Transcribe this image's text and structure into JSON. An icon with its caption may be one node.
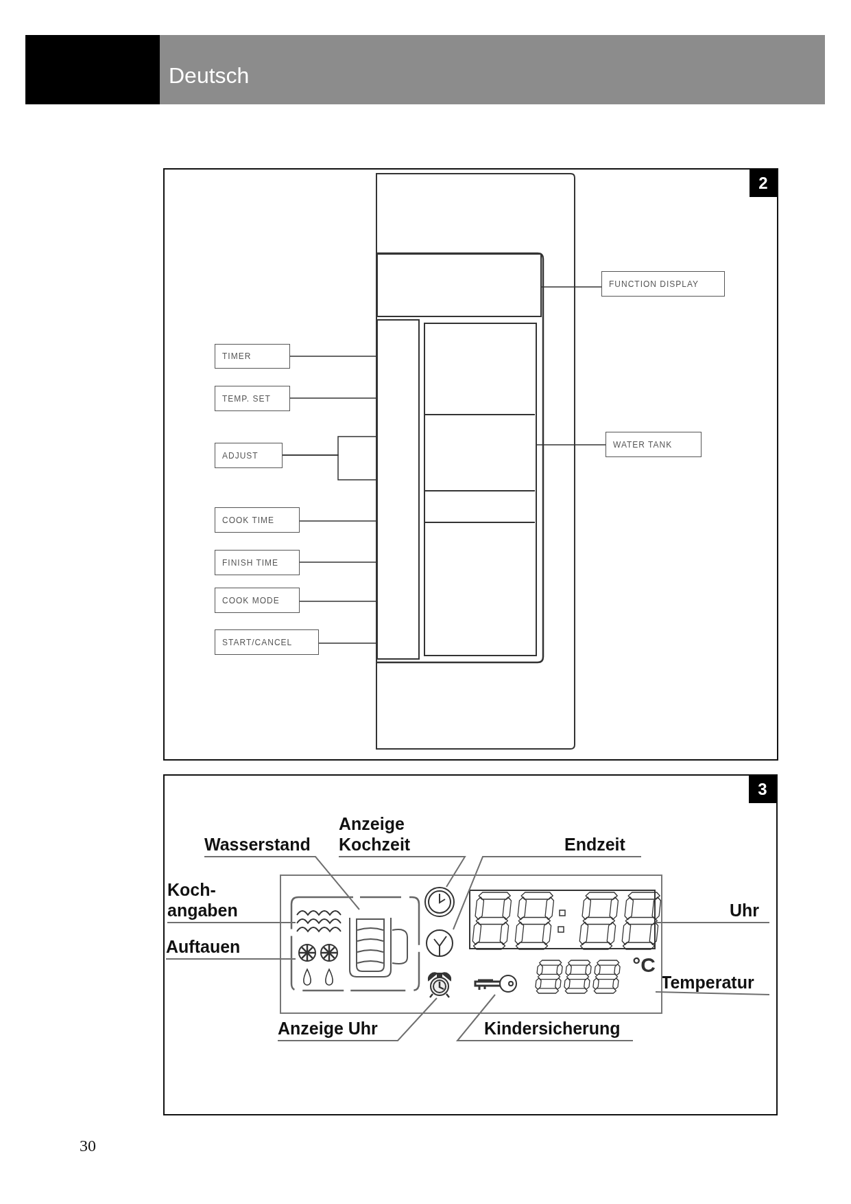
{
  "diagram": {
    "nodes": [
      {
        "text": [
          "2"
        ]
      },
      {
        "text": [],
        "shape": "box",
        "in": 0
      },
      {
        "text": [],
        "shape": "box",
        "in": 0
      },
      {
        "text": [],
        "shape": "box",
        "in": 0
      },
      {
        "text": [
          "TIMER"
        ],
        "in": 0
      },
      {
        "text": [
          "TEMP. SET"
        ],
        "in": 0
      },
      {
        "text": [
          "ADJUST"
        ],
        "in": 0
      },
      {
        "text": [
          "COOK TIME"
        ],
        "in": 0
      },
      {
        "text": [
          "FINISH TIME"
        ],
        "in": 0
      },
      {
        "text": [
          "COOK MODE"
        ],
        "in": 0
      },
      {
        "text": [
          "START/CANCEL"
        ],
        "in": 0
      },
      {
        "text": [
          "FUNCTION DISPLAY"
        ],
        "in": 0
      },
      {
        "text": [
          "WATER TANK"
        ],
        "in": 0
      },
      {
        "text": [
          "3"
        ]
      },
      {
        "text": [
          "Wasserstand"
        ],
        "in": 13
      },
      {
        "text": [
          "Anzeige Kochzeit"
        ],
        "in": 13
      },
      {
        "text": [
          "Endzeit"
        ],
        "in": 13
      },
      {
        "text": [
          "Koch- angaben"
        ],
        "in": 13
      },
      {
        "text": [
          "Auftauen"
        ],
        "in": 13
      },
      {
        "text": [
          "Uhr"
        ],
        "in": 13
      },
      {
        "text": [
          "Temperatur"
        ],
        "in": 13
      },
      {
        "text": [
          "Anzeige Uhr"
        ],
        "in": 13
      },
      {
        "text": [
          "Kindersicherung"
        ],
        "in": 13
      },
      {
        "text": [],
        "shape": "box",
        "in": 13
      },
      {
        "text": [],
        "shape": "picture",
        "in": 23
      },
      {
        "text": [],
        "shape": "picture",
        "in": 23
      },
      {
        "text": [],
        "shape": "picture",
        "in": 23
      },
      {
        "text": [],
        "shape": "picture",
        "in": 23
      },
      {
        "text": [],
        "shape": "picture",
        "in": 23
      },
      {
        "text": [],
        "shape": "picture",
        "in": 23
      },
      {
        "text": [],
        "shape": "picture",
        "in": 23
      },
      {
        "text": [],
        "shape": "box",
        "in": 23
      },
      {
        "text": [
          "°C"
        ],
        "in": 23
      }
    ],
    "edges": [
      {
        "from": 4,
        "to": 2,
        "arrow": "none"
      },
      {
        "from": 5,
        "to": 2,
        "arrow": "none"
      },
      {
        "from": 6,
        "to": 2,
        "arrow": "none"
      },
      {
        "from": 6,
        "to": 2,
        "arrow": "none"
      },
      {
        "from": 7,
        "to": 2,
        "arrow": "none"
      },
      {
        "from": 8,
        "to": 2,
        "arrow": "none"
      },
      {
        "from": 9,
        "to": 2,
        "arrow": "none"
      },
      {
        "from": 10,
        "to": 2,
        "arrow": "none"
      },
      {
        "from": 11,
        "to": 1,
        "arrow": "none"
      },
      {
        "from": 12,
        "to": 3,
        "arrow": "none"
      },
      {
        "from": 14,
        "to": 26,
        "arrow": "none"
      },
      {
        "from": 15,
        "to": 27,
        "arrow": "none"
      },
      {
        "from": 16,
        "to": 28,
        "arrow": "none"
      },
      {
        "from": 17,
        "to": 24,
        "arrow": "none"
      },
      {
        "from": 18,
        "to": 25,
        "arrow": "none"
      },
      {
        "from": 19,
        "to": 31,
        "arrow": "none"
      },
      {
        "from": 20,
        "to": 32,
        "arrow": "none"
      },
      {
        "from": 21,
        "to": 29,
        "arrow": "none"
      },
      {
        "from": 22,
        "to": 30,
        "arrow": "none"
      }
    ],
    "labels": [
      "Deutsch",
      "30"
    ]
  }
}
